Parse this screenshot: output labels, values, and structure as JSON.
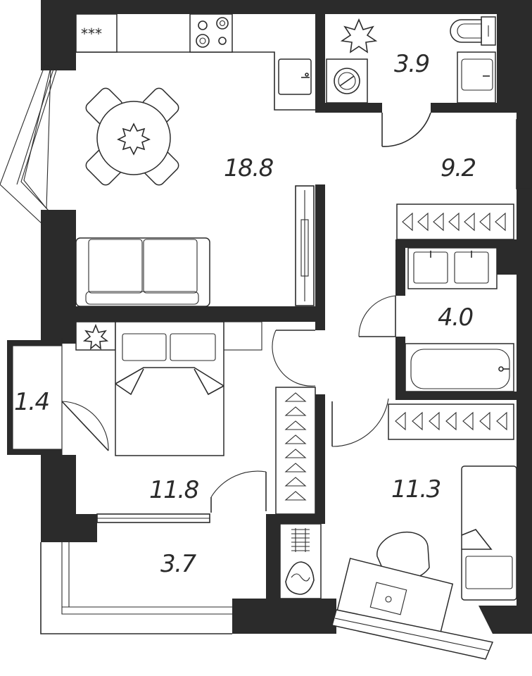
{
  "plan": {
    "rooms": [
      {
        "id": "living-kitchen",
        "area": "18.8"
      },
      {
        "id": "bathroom-small",
        "area": "3.9"
      },
      {
        "id": "hallway",
        "area": "9.2"
      },
      {
        "id": "bathroom",
        "area": "4.0"
      },
      {
        "id": "storage",
        "area": "1.4"
      },
      {
        "id": "bedroom",
        "area": "11.8"
      },
      {
        "id": "room",
        "area": "11.3"
      },
      {
        "id": "balcony",
        "area": "3.7"
      }
    ],
    "stove_marks": "***"
  },
  "colors": {
    "wall": "#2b2b2b",
    "background": "#ffffff"
  }
}
